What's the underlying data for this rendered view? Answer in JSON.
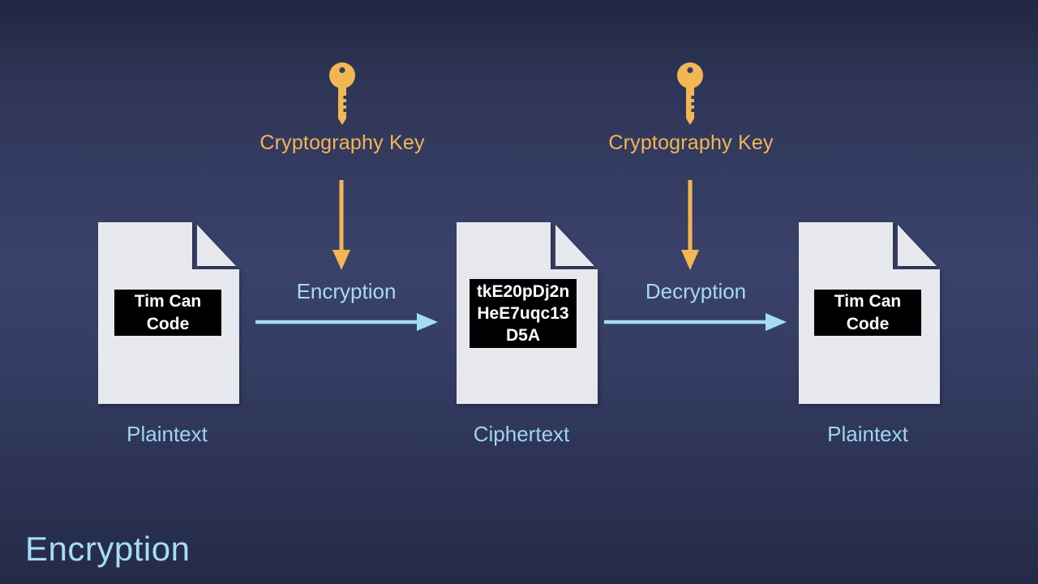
{
  "title": "Encryption",
  "colors": {
    "accent_orange": "#f2b654",
    "accent_blue": "#a6daf2",
    "label_blue": "#9ed5f0",
    "title_blue": "#a6dcf6",
    "doc_fill": "#e7e8ed",
    "code_bg": "#000000",
    "code_text": "#ffffff",
    "background_mid": "#3a426a"
  },
  "keys": [
    {
      "label": "Cryptography Key"
    },
    {
      "label": "Cryptography Key"
    }
  ],
  "processes": [
    {
      "label": "Encryption"
    },
    {
      "label": "Decryption"
    }
  ],
  "documents": [
    {
      "content": "Tim Can\nCode",
      "label": "Plaintext"
    },
    {
      "content": "tkE20pDj2n\nHeE7uqc13\nD5A",
      "label": "Ciphertext"
    },
    {
      "content": "Tim Can\nCode",
      "label": "Plaintext"
    }
  ]
}
